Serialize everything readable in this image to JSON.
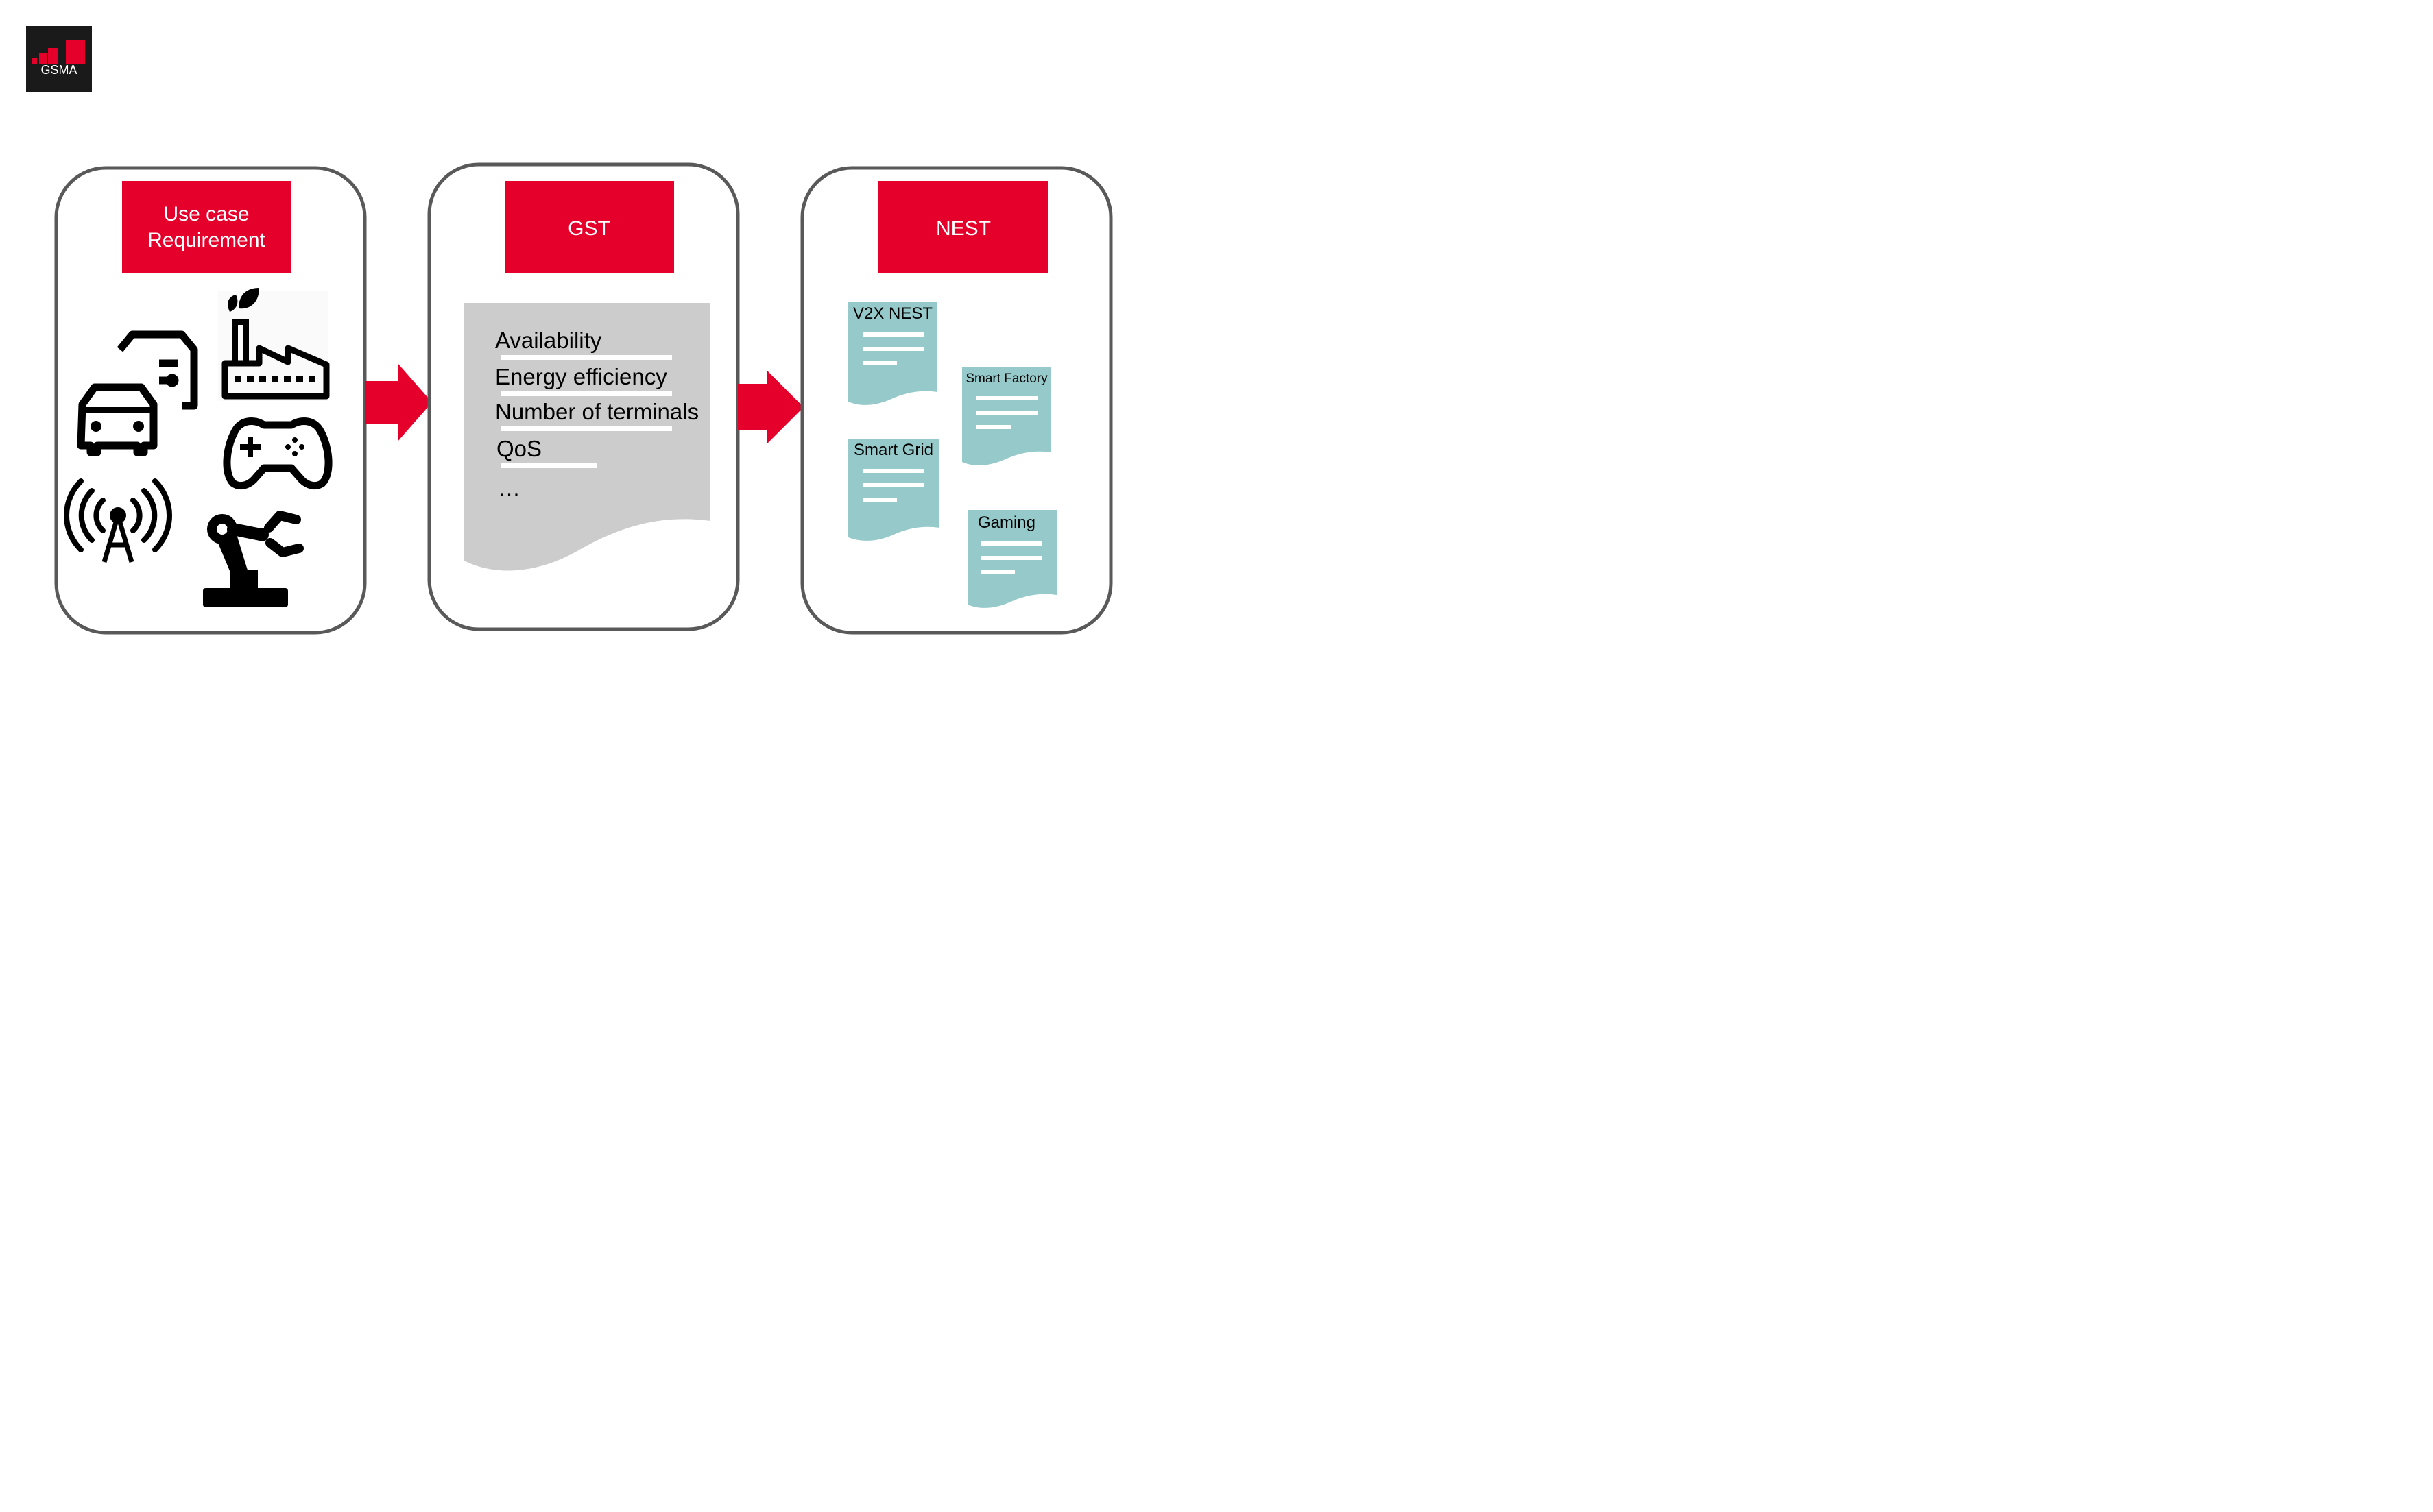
{
  "logo": {
    "text": "GSMA"
  },
  "colors": {
    "accent": "#E4002B",
    "panel_border": "#595959",
    "doc_gray": "#CCCCCC",
    "doc_teal": "#96CACA",
    "logo_bg": "#1A1A1A"
  },
  "panels": {
    "use_case": {
      "header_line1": "Use case",
      "header_line2": "Requirement",
      "icons": [
        "car-icon",
        "car-icon",
        "factory-icon",
        "game-controller-icon",
        "radio-tower-icon",
        "robot-arm-icon"
      ]
    },
    "gst": {
      "header": "GST",
      "items": [
        "Availability",
        "Energy efficiency",
        "Number of terminals",
        "QoS",
        "…"
      ]
    },
    "nest": {
      "header": "NEST",
      "documents": [
        "V2X NEST",
        "Smart Factory",
        "Smart Grid",
        "Gaming"
      ]
    }
  }
}
